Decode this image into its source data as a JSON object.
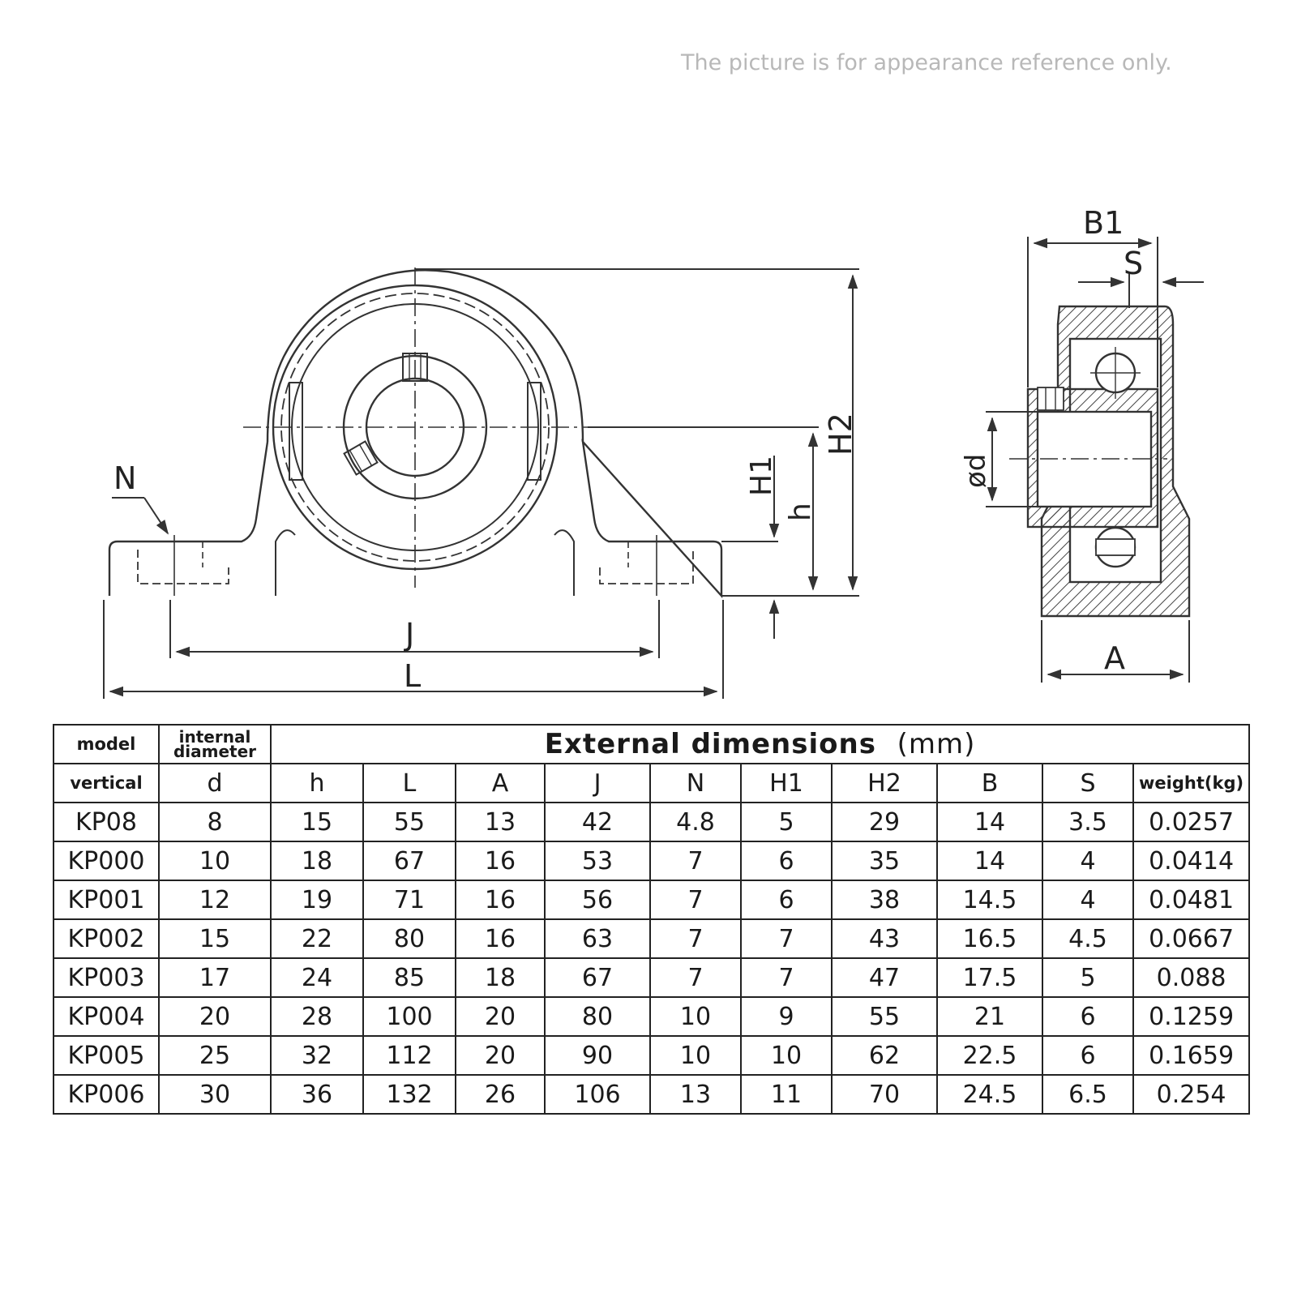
{
  "disclaimer": "The picture is for appearance reference only.",
  "drawing_labels": {
    "N": "N",
    "J": "J",
    "L": "L",
    "H1": "H1",
    "h": "h",
    "H2": "H2",
    "B1": "B1",
    "S": "S",
    "d": "ød",
    "A": "A"
  },
  "table": {
    "header_model": "model",
    "header_diameter_line1": "internal",
    "header_diameter_line2": "diameter",
    "header_title": "External dimensions",
    "header_unit": "(mm)",
    "header_vertical": "vertical",
    "columns": [
      "d",
      "h",
      "L",
      "A",
      "J",
      "N",
      "H1",
      "H2",
      "B",
      "S"
    ],
    "header_weight": "weight(kg)",
    "rows": [
      [
        "KP08",
        "8",
        "15",
        "55",
        "13",
        "42",
        "4.8",
        "5",
        "29",
        "14",
        "3.5",
        "0.0257"
      ],
      [
        "KP000",
        "10",
        "18",
        "67",
        "16",
        "53",
        "7",
        "6",
        "35",
        "14",
        "4",
        "0.0414"
      ],
      [
        "KP001",
        "12",
        "19",
        "71",
        "16",
        "56",
        "7",
        "6",
        "38",
        "14.5",
        "4",
        "0.0481"
      ],
      [
        "KP002",
        "15",
        "22",
        "80",
        "16",
        "63",
        "7",
        "7",
        "43",
        "16.5",
        "4.5",
        "0.0667"
      ],
      [
        "KP003",
        "17",
        "24",
        "85",
        "18",
        "67",
        "7",
        "7",
        "47",
        "17.5",
        "5",
        "0.088"
      ],
      [
        "KP004",
        "20",
        "28",
        "100",
        "20",
        "80",
        "10",
        "9",
        "55",
        "21",
        "6",
        "0.1259"
      ],
      [
        "KP005",
        "25",
        "32",
        "112",
        "20",
        "90",
        "10",
        "10",
        "62",
        "22.5",
        "6",
        "0.1659"
      ],
      [
        "KP006",
        "30",
        "36",
        "132",
        "26",
        "106",
        "13",
        "11",
        "70",
        "24.5",
        "6.5",
        "0.254"
      ]
    ]
  }
}
